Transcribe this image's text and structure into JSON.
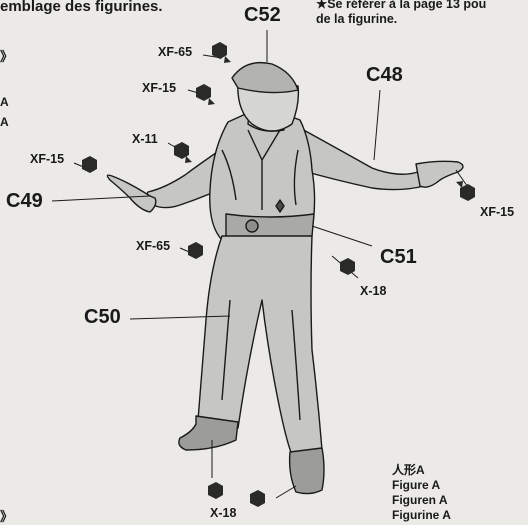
{
  "header": {
    "left_text": "emblage des figurines.",
    "right_line1": "★Se référer à la page 13 pou",
    "right_line2": "de la figurine."
  },
  "left_margin": {
    "m1": "》",
    "m2": "A",
    "m3": "A",
    "m4": "》"
  },
  "parts": {
    "c52": "C52",
    "c48": "C48",
    "c49": "C49",
    "c51": "C51",
    "c50": "C50"
  },
  "paints": {
    "xf65_cap": "XF-65",
    "xf15_cap": "XF-15",
    "x11": "X-11",
    "xf15_hand": "XF-15",
    "xf15_right": "XF-15",
    "xf65_trousers": "XF-65",
    "x18_belt": "X-18",
    "x18_boots": "X-18"
  },
  "figure_label": {
    "line1": "人形A",
    "line2": "Figure A",
    "line3": "Figuren A",
    "line4": "Figurine A"
  },
  "colors": {
    "background": "#ebeae6",
    "figure_fill": "#c6c6c4",
    "ink": "#1a1a1a"
  }
}
